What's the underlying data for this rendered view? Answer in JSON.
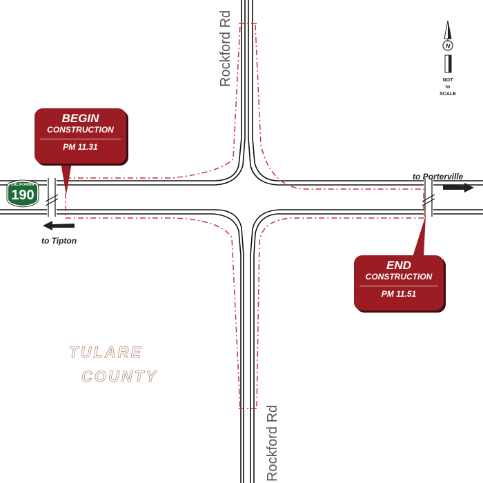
{
  "map": {
    "title": "Highway 190 at Rockford Rd construction limits",
    "colors": {
      "road": "#111111",
      "construction_limit": "#c8323c",
      "callout_bg": "#9b1c22",
      "callout_shadow": "#3a0c0e",
      "shield_green": "#1e6a37",
      "county_outline": "#b08a78"
    },
    "roads": {
      "north_label": "Rockford Rd",
      "south_label": "Rockford Rd",
      "highway_shield": {
        "state": "CALIFORNIA",
        "route": "190"
      }
    },
    "destinations": {
      "west": "to Tipton",
      "east": "to Porterville"
    },
    "callouts": {
      "begin": {
        "title": "BEGIN",
        "subtitle": "CONSTRUCTION",
        "postmile": "PM 11.31"
      },
      "end": {
        "title": "END",
        "subtitle": "CONSTRUCTION",
        "postmile": "PM 11.51"
      }
    },
    "county": {
      "line1": "TULARE",
      "line2": "COUNTY"
    },
    "north_arrow": {
      "letter": "N",
      "note_line1": "NOT",
      "note_line2": "to",
      "note_line3": "SCALE"
    }
  }
}
